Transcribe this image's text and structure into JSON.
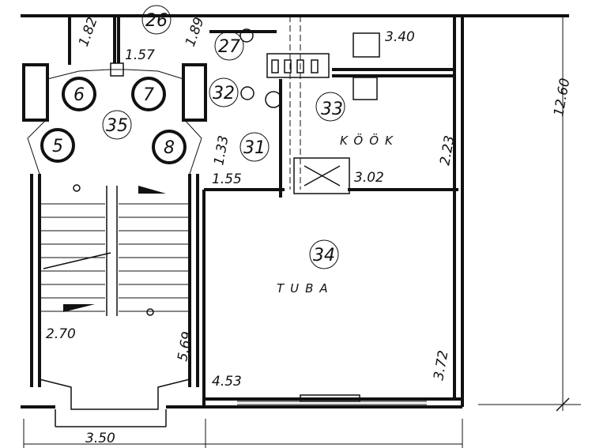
{
  "plan": {
    "rooms": [
      {
        "number": "26"
      },
      {
        "number": "27"
      },
      {
        "number": "32"
      },
      {
        "number": "33"
      },
      {
        "number": "31"
      },
      {
        "number": "34",
        "name": "TUBA"
      },
      {
        "number": "35"
      },
      {
        "number": "6"
      },
      {
        "number": "7"
      },
      {
        "number": "5"
      },
      {
        "number": "8"
      }
    ],
    "kitchen_label": "KÖÖK",
    "dimensions": {
      "d182": "1.82",
      "d189": "1.89",
      "d157": "1.57",
      "d340": "3.40",
      "d133": "1.33",
      "d155": "1.55",
      "d223": "2.23",
      "d302": "3.02",
      "d270": "2.70",
      "d569": "5.69",
      "d372": "3.72",
      "d453": "4.53",
      "d350": "3.50",
      "d1260": "12.60"
    }
  }
}
